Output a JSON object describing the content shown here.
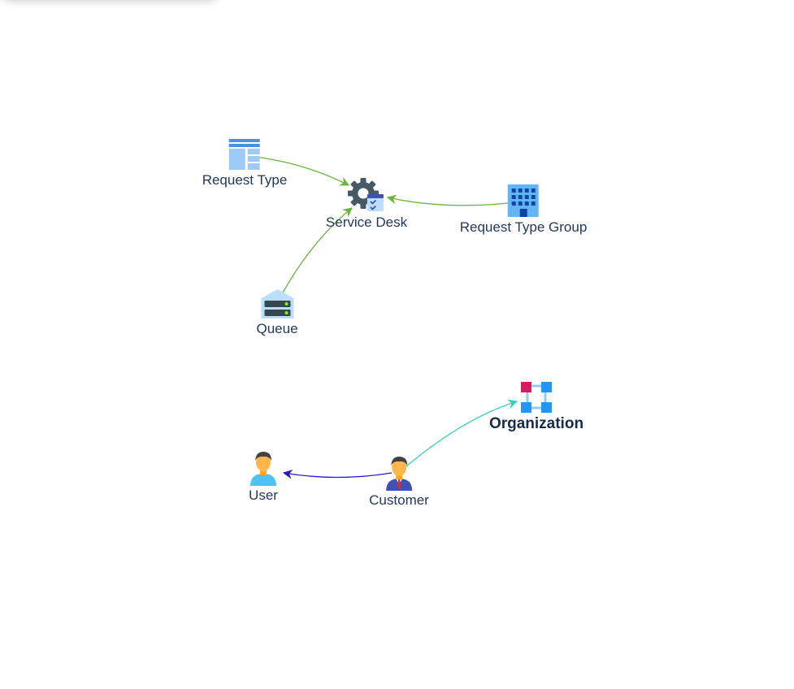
{
  "graph": {
    "nodes": {
      "request_type": {
        "label": "Request Type",
        "icon": "request-type-icon"
      },
      "service_desk": {
        "label": "Service Desk",
        "icon": "service-desk-gear-icon"
      },
      "request_type_group": {
        "label": "Request Type Group",
        "icon": "building-icon"
      },
      "queue": {
        "label": "Queue",
        "icon": "queue-server-icon"
      },
      "organization": {
        "label": "Organization",
        "icon": "organization-icon",
        "selected": true
      },
      "user": {
        "label": "User",
        "icon": "user-person-icon"
      },
      "customer": {
        "label": "Customer",
        "icon": "customer-person-icon"
      }
    },
    "edges": [
      {
        "from": "request_type",
        "to": "service_desk",
        "color": "#6bb33c"
      },
      {
        "from": "request_type_group",
        "to": "service_desk",
        "color": "#6bb33c"
      },
      {
        "from": "queue",
        "to": "service_desk",
        "color": "#6bb33c"
      },
      {
        "from": "customer",
        "to": "organization",
        "color": "#2fd4b8"
      },
      {
        "from": "customer",
        "to": "user",
        "color": "#2a18c8"
      }
    ]
  }
}
